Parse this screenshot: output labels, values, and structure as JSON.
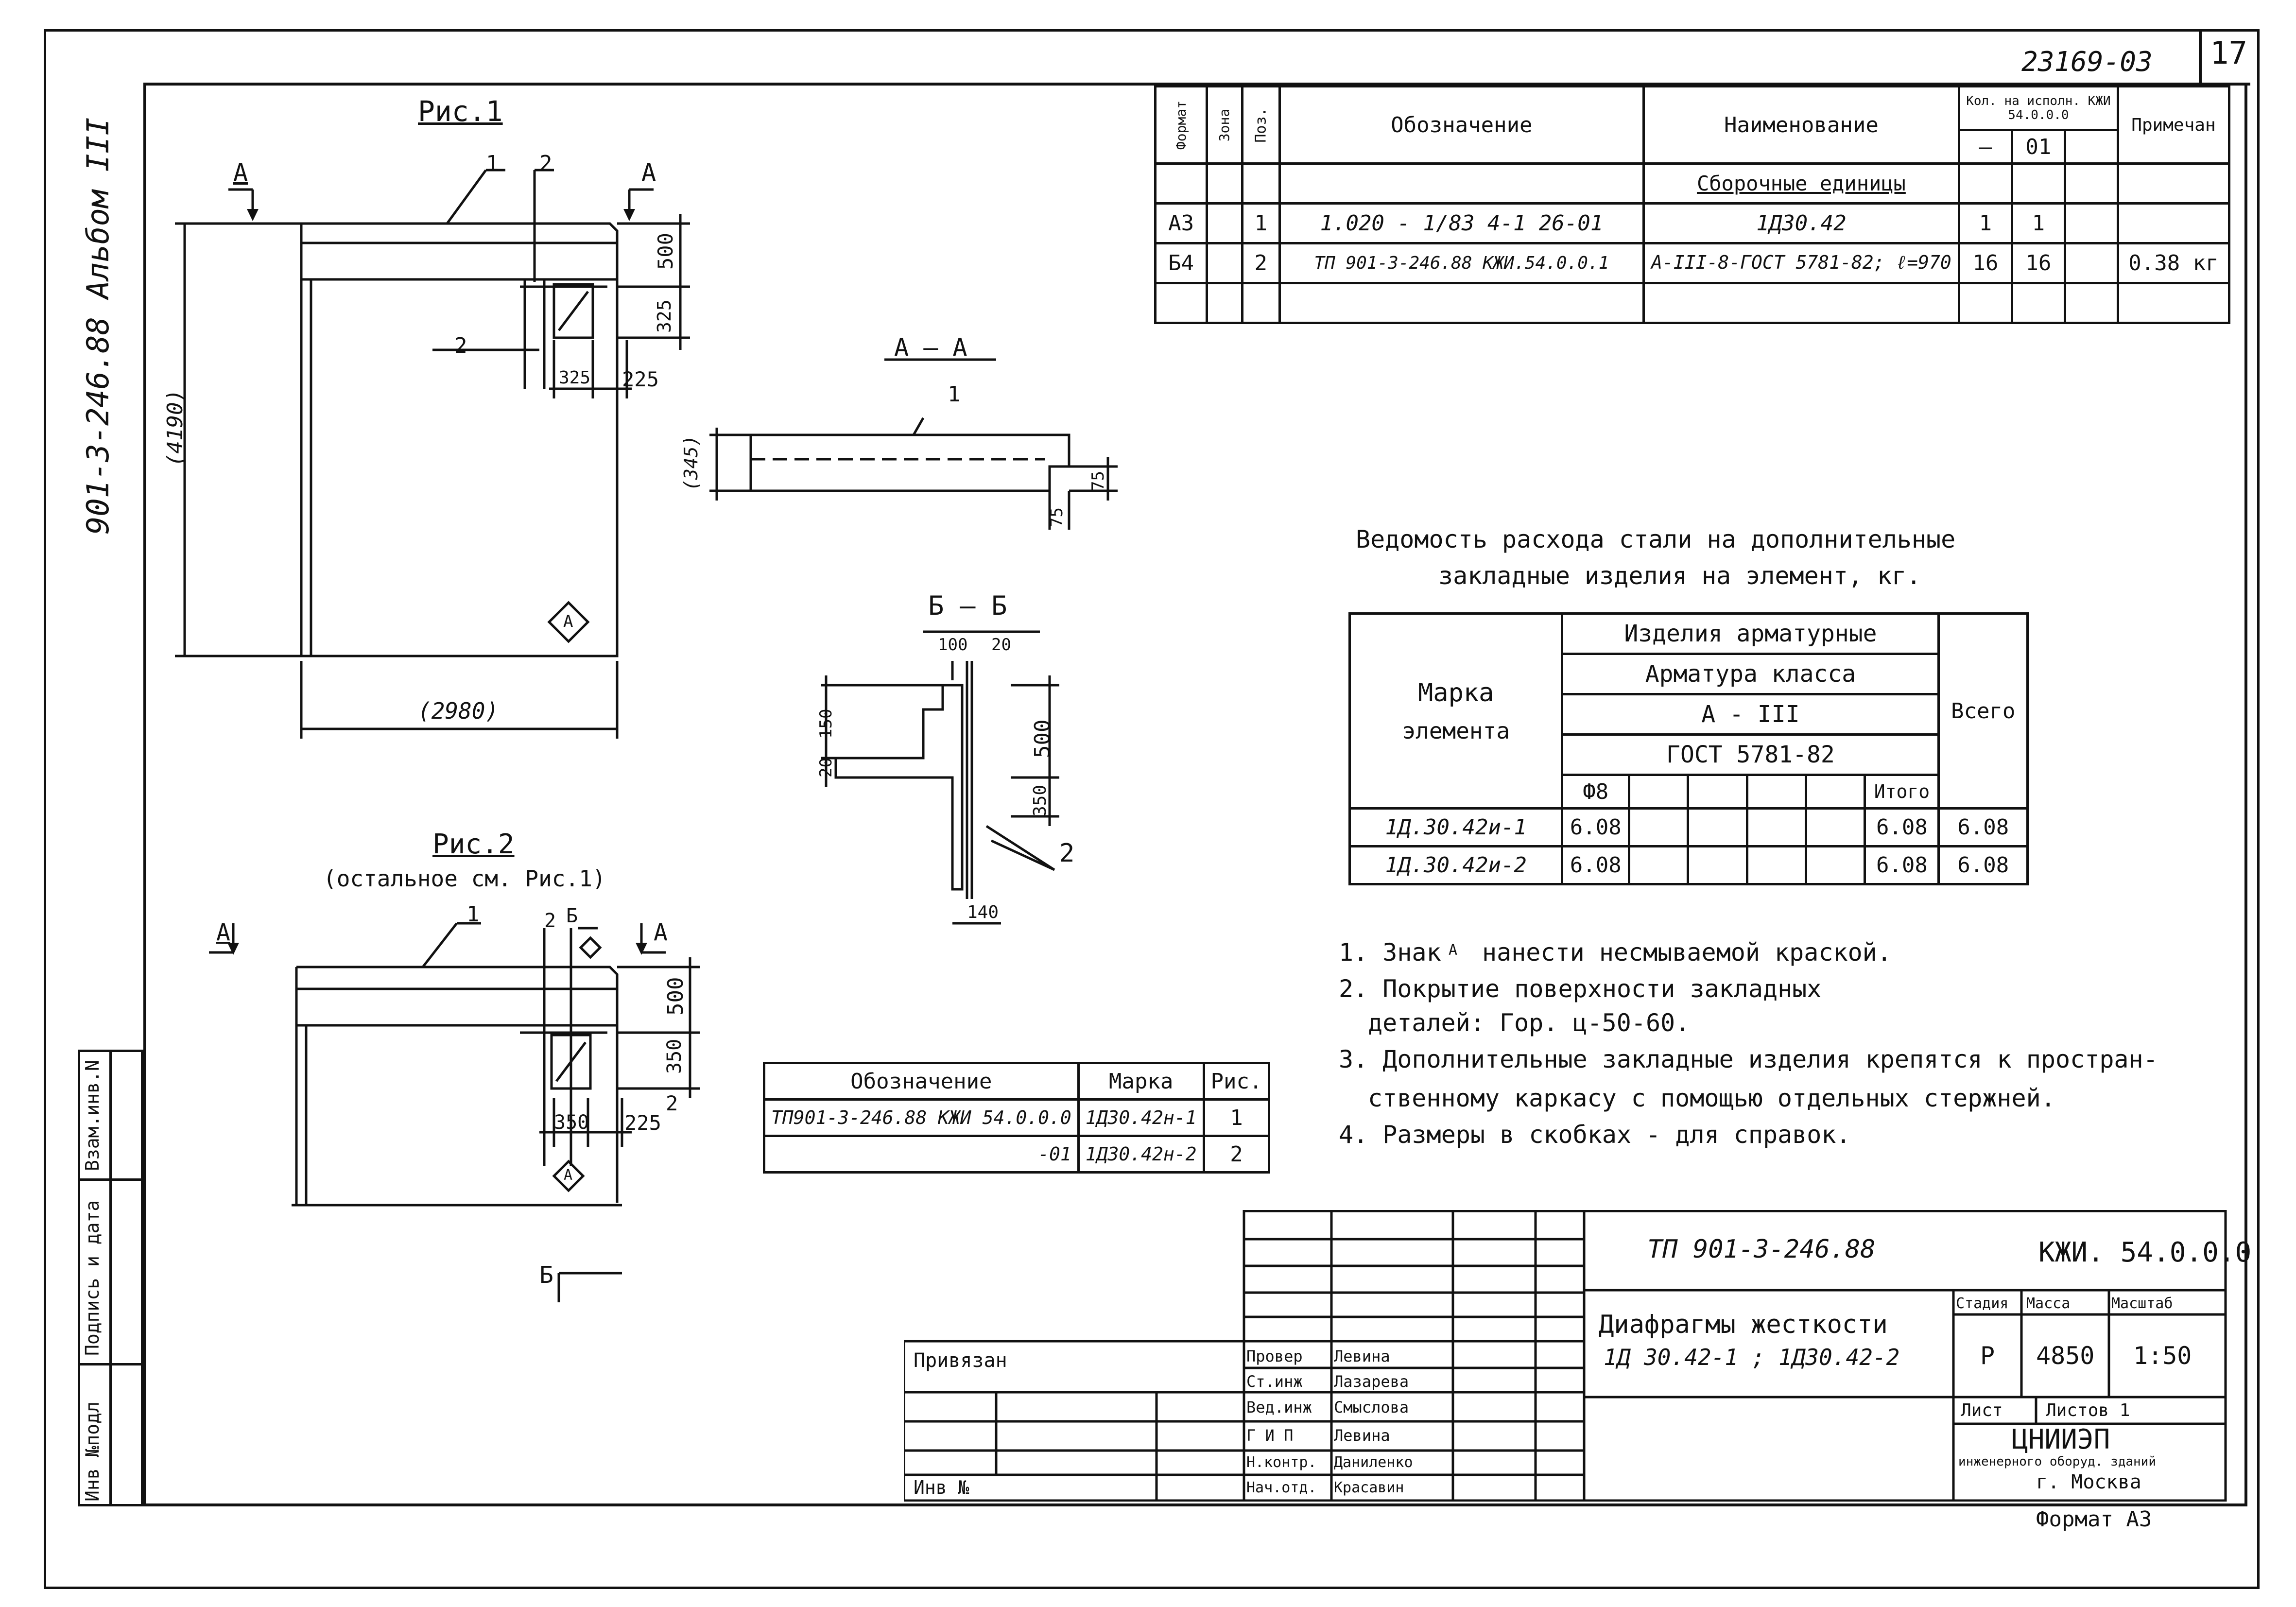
{
  "header": {
    "doc_number": "23169-03",
    "sheet_number": "17",
    "album": "901-3-246.88 Альбом III"
  },
  "side_stamp": {
    "inv_podl": "Инв №подл",
    "podpis_data": "Подпись и дата",
    "vzam_inv": "Взам.инв.N"
  },
  "spec_table": {
    "headers": {
      "format": "Формат",
      "zona": "Зона",
      "poz": "Поз.",
      "oboznachenie": "Обозначение",
      "naimenovanie": "Наименование",
      "kol_top": "Кол. на исполн. КЖИ 54.0.0.0",
      "kol_dash": "–",
      "kol_01": "01",
      "primech": "Примечан"
    },
    "section": "Сборочные единицы",
    "rows": [
      {
        "format": "А3",
        "poz": "1",
        "oboz": "1.020 - 1/83 4-1 26-01",
        "naim": "1Д30.42",
        "k1": "1",
        "k2": "1",
        "prim": ""
      },
      {
        "format": "Б4",
        "poz": "2",
        "oboz": "ТП 901-3-246.88   КЖИ.54.0.0.1",
        "naim": "А-III-8-ГОСТ 5781-82; ℓ=970",
        "k1": "16",
        "k2": "16",
        "prim": "0.38 кг"
      }
    ]
  },
  "fig1": {
    "title": "Рис.1",
    "section_mark": "А",
    "dim_height": "(4190)",
    "dim_width": "(2980)",
    "dim_500": "500",
    "dim_325v": "325",
    "dim_325h": "325",
    "dim_225": "225",
    "label_1": "1",
    "label_2a": "2",
    "label_2b": "2",
    "sign": "А"
  },
  "section_aa": {
    "title": "А — А",
    "label_1": "1",
    "dim_345": "(345)",
    "dim_75a": "75",
    "dim_75b": "75"
  },
  "section_bb": {
    "title": "Б — Б",
    "dim_100": "100",
    "dim_20a": "20",
    "dim_150": "150",
    "dim_20b": "20",
    "dim_500": "500",
    "dim_350": "350",
    "dim_140": "140",
    "label_2": "2"
  },
  "fig2": {
    "title": "Рис.2",
    "subtitle": "(остальное см. Рис.1)",
    "section_a": "А",
    "section_b": "Б",
    "label_1": "1",
    "label_2a": "2",
    "label_2b": "2",
    "dim_500": "500",
    "dim_350v": "350",
    "dim_350h": "350",
    "dim_225": "225",
    "sign": "А"
  },
  "steel_table": {
    "title_line1": "Ведомость расхода стали на дополнительные",
    "title_line2": "закладные изделия на элемент, кг.",
    "marka_line1": "Марка",
    "marka_line2": "элемента",
    "h_izdelia": "Изделия арматурные",
    "h_armatura": "Арматура класса",
    "h_class": "А - III",
    "h_gost": "ГОСТ 5781-82",
    "h_phi8": "Ф8",
    "h_itogo": "Итого",
    "h_vsego": "Всего",
    "rows": [
      {
        "marka": "1Д.30.42и-1",
        "phi8": "6.08",
        "itogo": "6.08",
        "vsego": "6.08"
      },
      {
        "marka": "1Д.30.42и-2",
        "phi8": "6.08",
        "itogo": "6.08",
        "vsego": "6.08"
      }
    ]
  },
  "notes": [
    "1. Знак",
    "нанести несмываемой краской.",
    "2. Покрытие поверхности закладных",
    "деталей:  Гор. ц-50-60.",
    "3. Дополнительные закладные изделия крепятся к простран-",
    "ственному каркасу с помощью отдельных стержней.",
    "4. Размеры в скобках - для справок."
  ],
  "notes_sign": "А",
  "exec_table": {
    "headers": {
      "oboz": "Обозначение",
      "marka": "Марка",
      "ris": "Рис."
    },
    "rows": [
      {
        "oboz": "ТП901-3-246.88   КЖИ 54.0.0.0",
        "marka": "1Д30.42н-1",
        "ris": "1"
      },
      {
        "oboz": "-01",
        "marka": "1Д30.42н-2",
        "ris": "2"
      }
    ]
  },
  "title_block": {
    "project": "ТП 901-3-246.88",
    "code": "КЖИ. 54.0.0.0",
    "name_line1": "Диафрагмы жесткости",
    "name_line2": "1Д 30.42-1 ; 1Д30.42-2",
    "stadia_label": "Стадия",
    "massa_label": "Масса",
    "masshtab_label": "Масштаб",
    "stadia": "Р",
    "massa": "4850",
    "masshtab": "1:50",
    "list_label": "Лист",
    "listov_label": "Листов 1",
    "org_line1": "ЦНИИЭП",
    "org_line2": "инженерного оборуд. зданий",
    "org_line3": "г. Москва",
    "privyazan": "Привязан",
    "inv_no": "Инв №",
    "format": "Формат А3",
    "signers": [
      {
        "role": "Провер",
        "name": "Левина"
      },
      {
        "role": "Ст.инж",
        "name": "Лазарева"
      },
      {
        "role": "Вед.инж",
        "name": "Смыслова"
      },
      {
        "role": "Г И П",
        "name": "Левина"
      },
      {
        "role": "Н.контр.",
        "name": "Даниленко"
      },
      {
        "role": "Нач.отд.",
        "name": "Красавин"
      }
    ]
  }
}
